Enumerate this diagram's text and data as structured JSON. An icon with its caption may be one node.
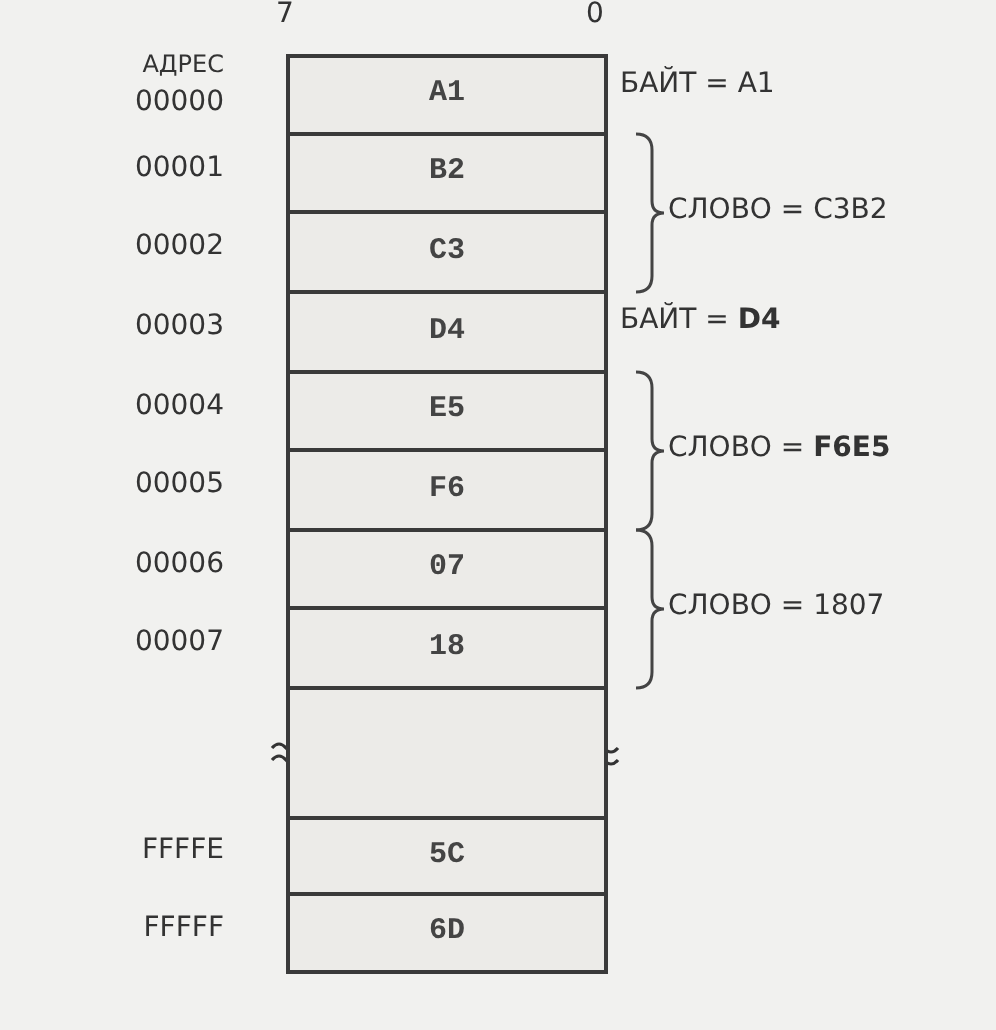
{
  "diagram": {
    "nodes": [
      {
        "text": [
          "A1"
        ],
        "beside": [
          "00000",
          "БАЙТ = A1"
        ]
      },
      {
        "text": [
          "B2"
        ],
        "beside": [
          "00001"
        ]
      },
      {
        "text": [
          "C3"
        ],
        "beside": [
          "00002"
        ]
      },
      {
        "text": [
          "D4"
        ],
        "beside": [
          "00003",
          "БАЙТ = **D4**"
        ]
      },
      {
        "text": [
          "E5"
        ],
        "beside": [
          "00004"
        ]
      },
      {
        "text": [
          "F6"
        ],
        "beside": [
          "00005"
        ]
      },
      {
        "text": [
          "07"
        ],
        "beside": [
          "00006"
        ]
      },
      {
        "text": [
          "18"
        ],
        "beside": [
          "00007"
        ]
      },
      {
        "text": [],
        "shape": "box"
      },
      {
        "text": [
          "5C"
        ],
        "beside": [
          "FFFFE"
        ]
      },
      {
        "text": [
          "6D"
        ],
        "beside": [
          "FFFFF"
        ]
      }
    ],
    "labels": [
      "7",
      "0",
      "АДРЕС",
      "СЛОВО = C3B2",
      "СЛОВО = **F6E5**",
      "СЛОВО = 1807"
    ]
  }
}
